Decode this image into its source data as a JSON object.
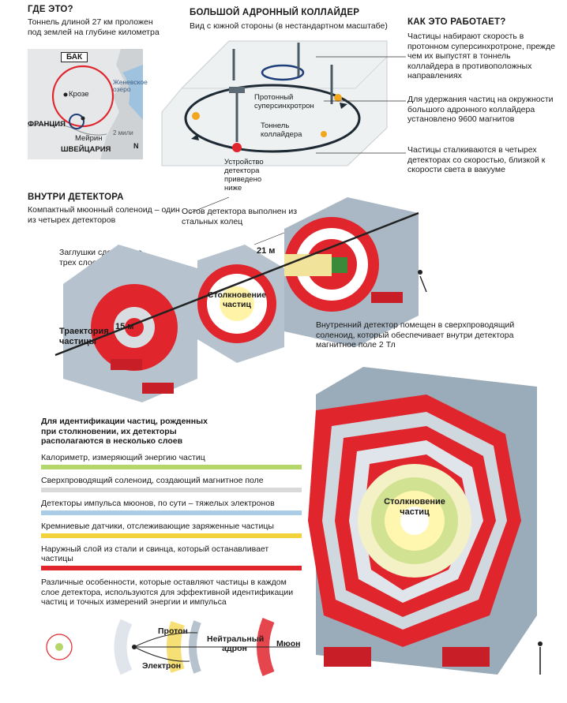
{
  "where": {
    "heading": "ГДЕ ЭТО?",
    "text": "Тоннель длиной 27 км проложен под землей на глубине километра",
    "map": {
      "badge": "БАК",
      "lake": "Женевское озеро",
      "kroze": "Крозе",
      "meyrin": "Мейрин",
      "france": "ФРАНЦИЯ",
      "switzerland": "ШВЕЙЦАРИЯ",
      "scale": "2 мили",
      "north": "N"
    }
  },
  "lhc": {
    "heading": "БОЛЬШОЙ АДРОННЫЙ КОЛЛАЙДЕР",
    "subtitle": "Вид с южной стороны (в нестандартном масштабе)",
    "proton_sync": "Протонный суперсинхротрон",
    "collider_tunnel": "Тоннель коллайдера",
    "detector_device": "Устройство детектора приведено ниже"
  },
  "how": {
    "heading": "КАК ЭТО РАБОТАЕТ?",
    "p1": "Частицы набирают скорость в протонном суперсинхротроне, прежде чем их выпустят в тоннель коллайдера в противоположных направлениях",
    "p2": "Для удержания частиц на окружности большого адронного коллайдера установлено 9600 магнитов",
    "p3": "Частицы сталкиваются в четырех детекторах со скоростью, близкой к скорости света в вакууме"
  },
  "inside": {
    "heading": "ВНУТРИ ДЕТЕКТОРА",
    "solenoid": "Компактный мюонный соленоид – один из четырех детекторов",
    "frame": "Остов детектора выполнен из стальных колец",
    "caps": "Заглушки сделаны из трех слоев железа",
    "dim21": "21 м",
    "dim15": "15 м",
    "collision": "Столкновение частиц",
    "trajectory": "Траектория частицы",
    "inner_detector": "Внутренний детектор помещен в сверхпроводящий соленоид, который обеспечивает внутри детектора магнитное поле 2 Тл"
  },
  "layers": {
    "intro": "Для идентификации частиц, рожденных при столкновении, их детекторы располагаются в несколько слоев",
    "items": [
      {
        "label": "Калориметр, измеряющий энергию частиц",
        "color": "#b5d66a"
      },
      {
        "label": "Сверхпроводящий соленоид, создающий магнитное поле",
        "color": "#d9d9d9"
      },
      {
        "label": "Детекторы импульса мюонов, по сути – тяжелых электронов",
        "color": "#a9cde6"
      },
      {
        "label": "Кремниевые датчики, отслеживающие заряженные частицы",
        "color": "#f2d23a"
      },
      {
        "label": "Наружный слой из стали и свинца, который останавливает частицы",
        "color": "#e0252d"
      }
    ],
    "note": "Различные особенности, которые оставляют частицы в каждом слое детектора, используются для эффективной идентификации частиц и точных измерений энергии и импульса"
  },
  "big_detector": {
    "collision": "Столкновение частиц"
  },
  "particles": {
    "proton": "Протон",
    "neutral": "Нейтральный адрон",
    "muon": "Мюон",
    "electron": "Электрон"
  }
}
